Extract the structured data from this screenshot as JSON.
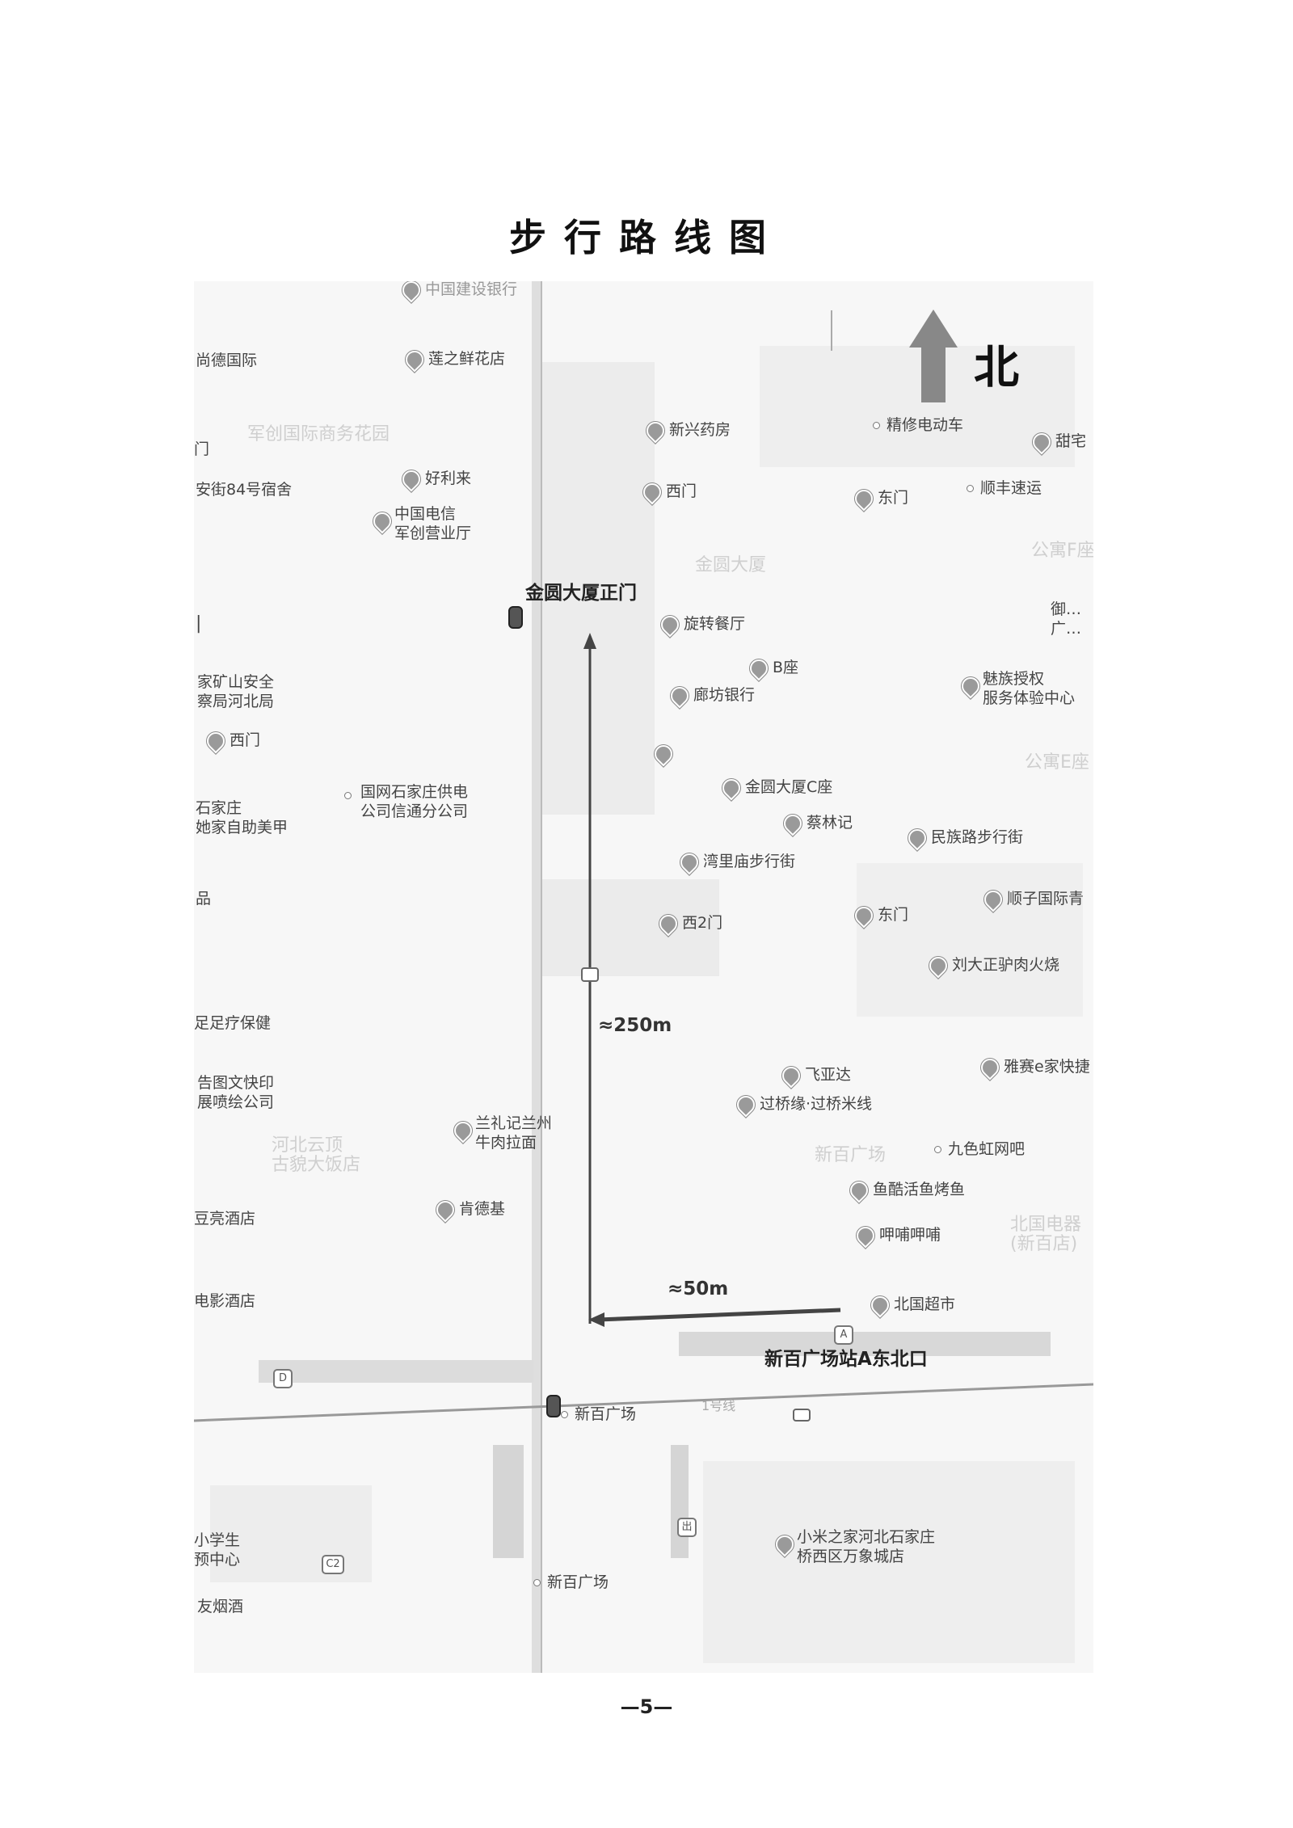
{
  "page": {
    "title": "步行路线图",
    "page_number": "—5—"
  },
  "compass": {
    "label": "北"
  },
  "route": {
    "start_label": "金圆大厦正门",
    "end_label": "新百广场站A东北口",
    "segment_north_distance": "≈250m",
    "segment_west_distance": "≈50m",
    "station_badge": "A"
  },
  "pois": {
    "shangde": "尚德国际",
    "lianzhixian": "莲之鲜花店",
    "junchuang_faint": "军创国际商务花园",
    "men_partial": "门",
    "anjie": "安街84号宿舍",
    "haolilai": "好利来",
    "telecom": "中国电信\n军创营业厅",
    "xinxing": "新兴药房",
    "jingxiu": "精修电动车",
    "tianzhai": "甜宅",
    "ximen1": "西门",
    "dongmen1": "东门",
    "shunfeng": "顺丰速运",
    "jinyuan_faint": "金圆大厦",
    "gongyu_f": "公寓F座",
    "xuanzhuan": "旋转餐厅",
    "yuyu_partial": "御…\n广…",
    "bzuo": "B座",
    "kuangshan": "家矿山安全\n察局河北局",
    "langfang": "廊坊银行",
    "meizu": "魅族授权\n服务体验中心",
    "ximen2": "西门",
    "gongyu_e": "公寓E座",
    "guowang": "国网石家庄供电\n公司信通分公司",
    "jinyuan_c": "金圆大厦C座",
    "shijiazhuang": "石家庄\n她家自助美甲",
    "cailinji": "蔡林记",
    "minzu": "民族路步行街",
    "wanli": "湾里庙步行街",
    "pin_partial": "品",
    "dongmen2": "东门",
    "shunzi": "顺子国际青",
    "xi2men": "西2门",
    "liudazheng": "刘大正驴肉火烧",
    "zuzu": "足足疗保健",
    "yasai": "雅赛e家快捷",
    "gaotu": "告图文快印\n展喷绘公司",
    "feiyada": "飞亚达",
    "guoqiao": "过桥缘·过桥米线",
    "lanliji": "兰礼记兰州\n牛肉拉面",
    "hebei_faint": "河北云顶\n古貌大饭店",
    "xinbai_faint": "新百广场",
    "jiuse": "九色虹网吧",
    "yuku": "鱼酷活鱼烤鱼",
    "jiliang": "豆亮酒店",
    "kendeji": "肯德基",
    "guozhong": "呷哺呷哺",
    "beiguo_faint": "北国电器\n(新百店)",
    "dianying": "电影酒店",
    "beiguo": "北国超市",
    "xinbai_station": "新百广场",
    "line1": "1号线",
    "xiaoxuesheng": "小学生\n预中心",
    "xiaomi": "小米之家河北石家庄\n桥西区万象城店",
    "xinbai2": "新百广场",
    "youyanjiu": "友烟酒",
    "top_partial": "中国建设银行"
  },
  "badges": {
    "d": "D",
    "c2": "C2",
    "chu": "出",
    "a": "A"
  },
  "colors": {
    "route": "#444444",
    "road_light": "#ececec",
    "block_gray": "#e2e2e2",
    "north_arrow": "#888888"
  }
}
